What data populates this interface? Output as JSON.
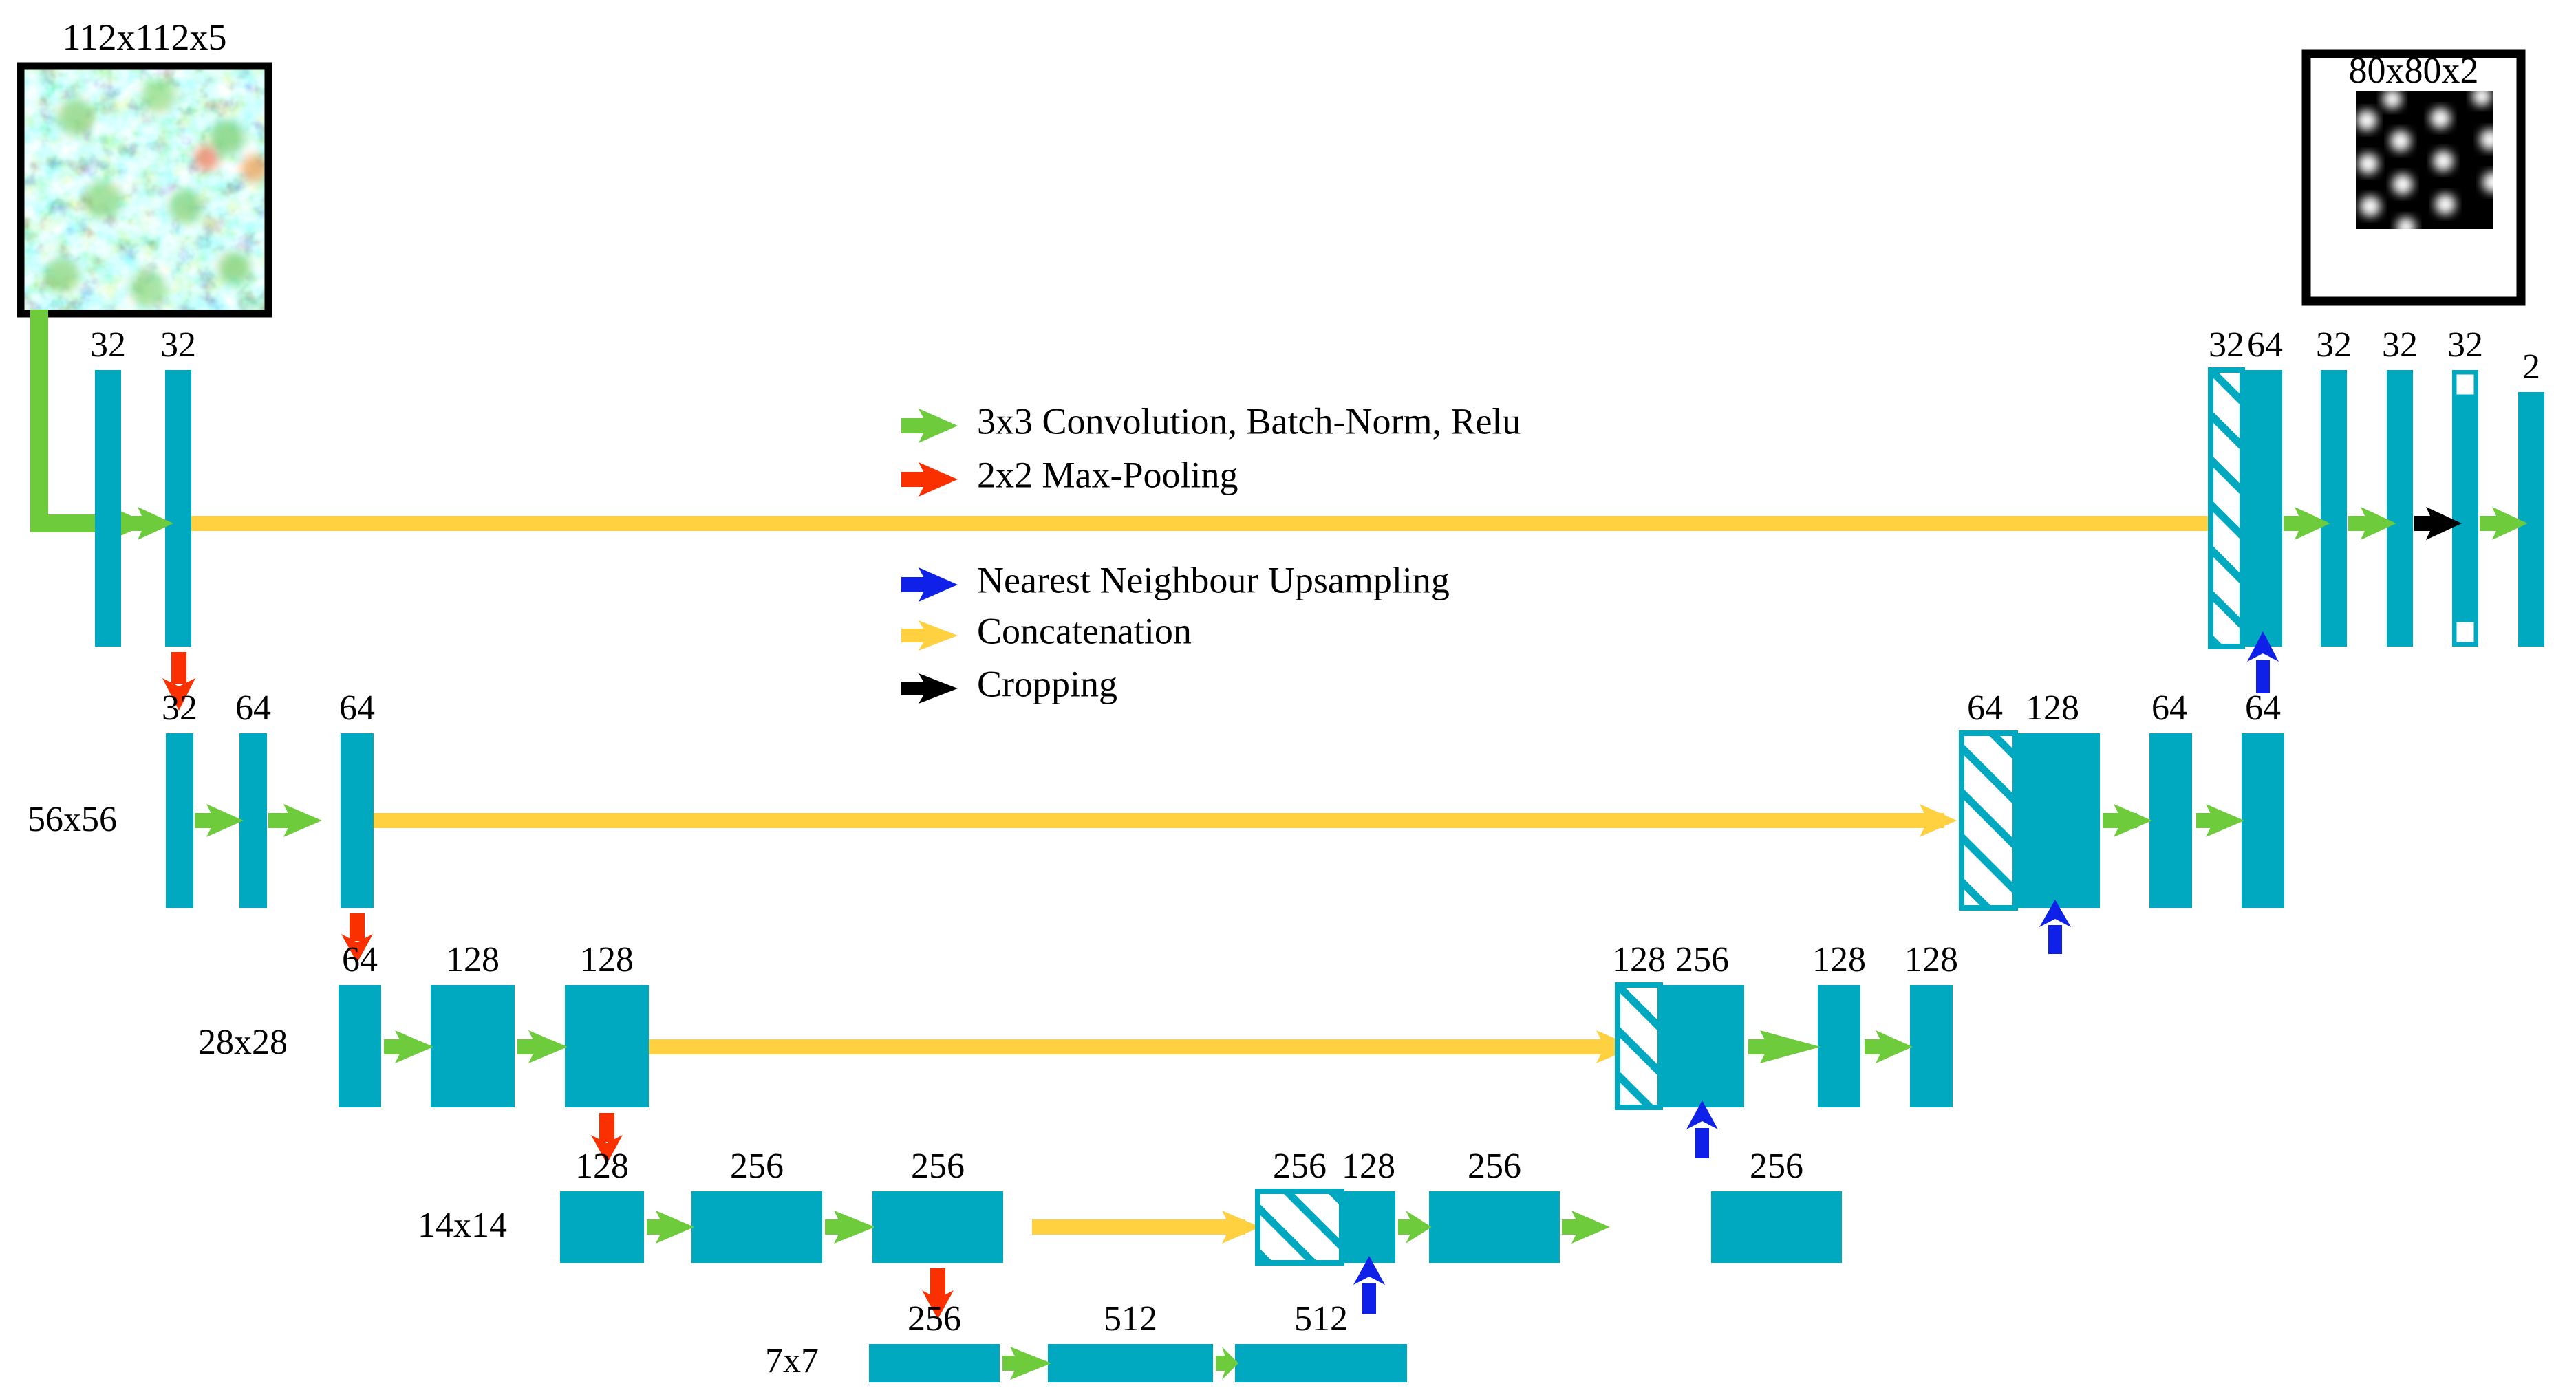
{
  "figure": {
    "title": "U-Net convolutional neural network architecture",
    "type": "diagram"
  },
  "colors": {
    "block_fill": "#00A8C0",
    "conv_arrow": "#6ECB3C",
    "pool_arrow": "#FA3000",
    "upsample_arrow": "#0F21E8",
    "concat_arrow": "#FFD040",
    "crop_arrow": "#000000",
    "background": "#FFFFFF",
    "text": "#000000"
  },
  "input_image": {
    "label": "112x112x5",
    "kind": "satellite-texture-patch",
    "border_color": "#000000"
  },
  "output_image": {
    "label": "80x80x2",
    "kind": "binary-dot-mask",
    "border_color": "#000000",
    "background": "#000000",
    "dot_color": "#FFFFFF"
  },
  "legend": {
    "items": [
      {
        "id": "conv",
        "color": "#6ECB3C",
        "label": "3x3 Convolution, Batch-Norm, Relu"
      },
      {
        "id": "pool",
        "color": "#FA3000",
        "label": "2x2 Max-Pooling"
      },
      {
        "id": "upsample",
        "color": "#0F21E8",
        "label": "Nearest Neighbour Upsampling"
      },
      {
        "id": "concat",
        "color": "#FFD040",
        "label": "Concatenation"
      },
      {
        "id": "crop",
        "color": "#000000",
        "label": "Cropping"
      }
    ]
  },
  "levels": [
    {
      "id": "level-1",
      "resolution": "",
      "encoder_blocks": [
        "32",
        "32"
      ],
      "decoder_blocks": [
        "32",
        "64",
        "32",
        "32",
        "32",
        "2"
      ]
    },
    {
      "id": "level-2",
      "resolution": "56x56",
      "encoder_blocks": [
        "32",
        "64",
        "64"
      ],
      "decoder_blocks": [
        "64",
        "128",
        "64",
        "64"
      ]
    },
    {
      "id": "level-3",
      "resolution": "28x28",
      "encoder_blocks": [
        "64",
        "128",
        "128"
      ],
      "decoder_blocks": [
        "128",
        "256",
        "128",
        "128"
      ]
    },
    {
      "id": "level-4",
      "resolution": "14x14",
      "encoder_blocks": [
        "128",
        "256",
        "256"
      ],
      "decoder_blocks": [
        "256",
        "128",
        "256",
        "256"
      ]
    },
    {
      "id": "level-5",
      "resolution": "7x7",
      "encoder_blocks": [
        "256",
        "512",
        "512"
      ],
      "decoder_blocks": []
    }
  ],
  "labels": {
    "l1_enc_1": "32",
    "l1_enc_2": "32",
    "l1_dec_skip": "32",
    "l1_dec_1": "64",
    "l1_dec_2": "32",
    "l1_dec_3": "32",
    "l1_dec_4": "32",
    "l1_dec_out": "2",
    "l2_res": "56x56",
    "l2_enc_1": "32",
    "l2_enc_2": "64",
    "l2_enc_3": "64",
    "l2_dec_skip": "64",
    "l2_dec_1": "128",
    "l2_dec_2": "64",
    "l2_dec_3": "64",
    "l3_res": "28x28",
    "l3_enc_1": "64",
    "l3_enc_2": "128",
    "l3_enc_3": "128",
    "l3_dec_skip": "128",
    "l3_dec_1": "256",
    "l3_dec_2": "128",
    "l3_dec_3": "128",
    "l4_res": "14x14",
    "l4_enc_1": "128",
    "l4_enc_2": "256",
    "l4_enc_3": "256",
    "l4_dec_skip": "256",
    "l4_dec_1": "128",
    "l4_dec_2": "256",
    "l4_dec_3": "256",
    "l5_res": "7x7",
    "l5_enc_1": "256",
    "l5_enc_2": "512",
    "l5_enc_3": "512"
  }
}
